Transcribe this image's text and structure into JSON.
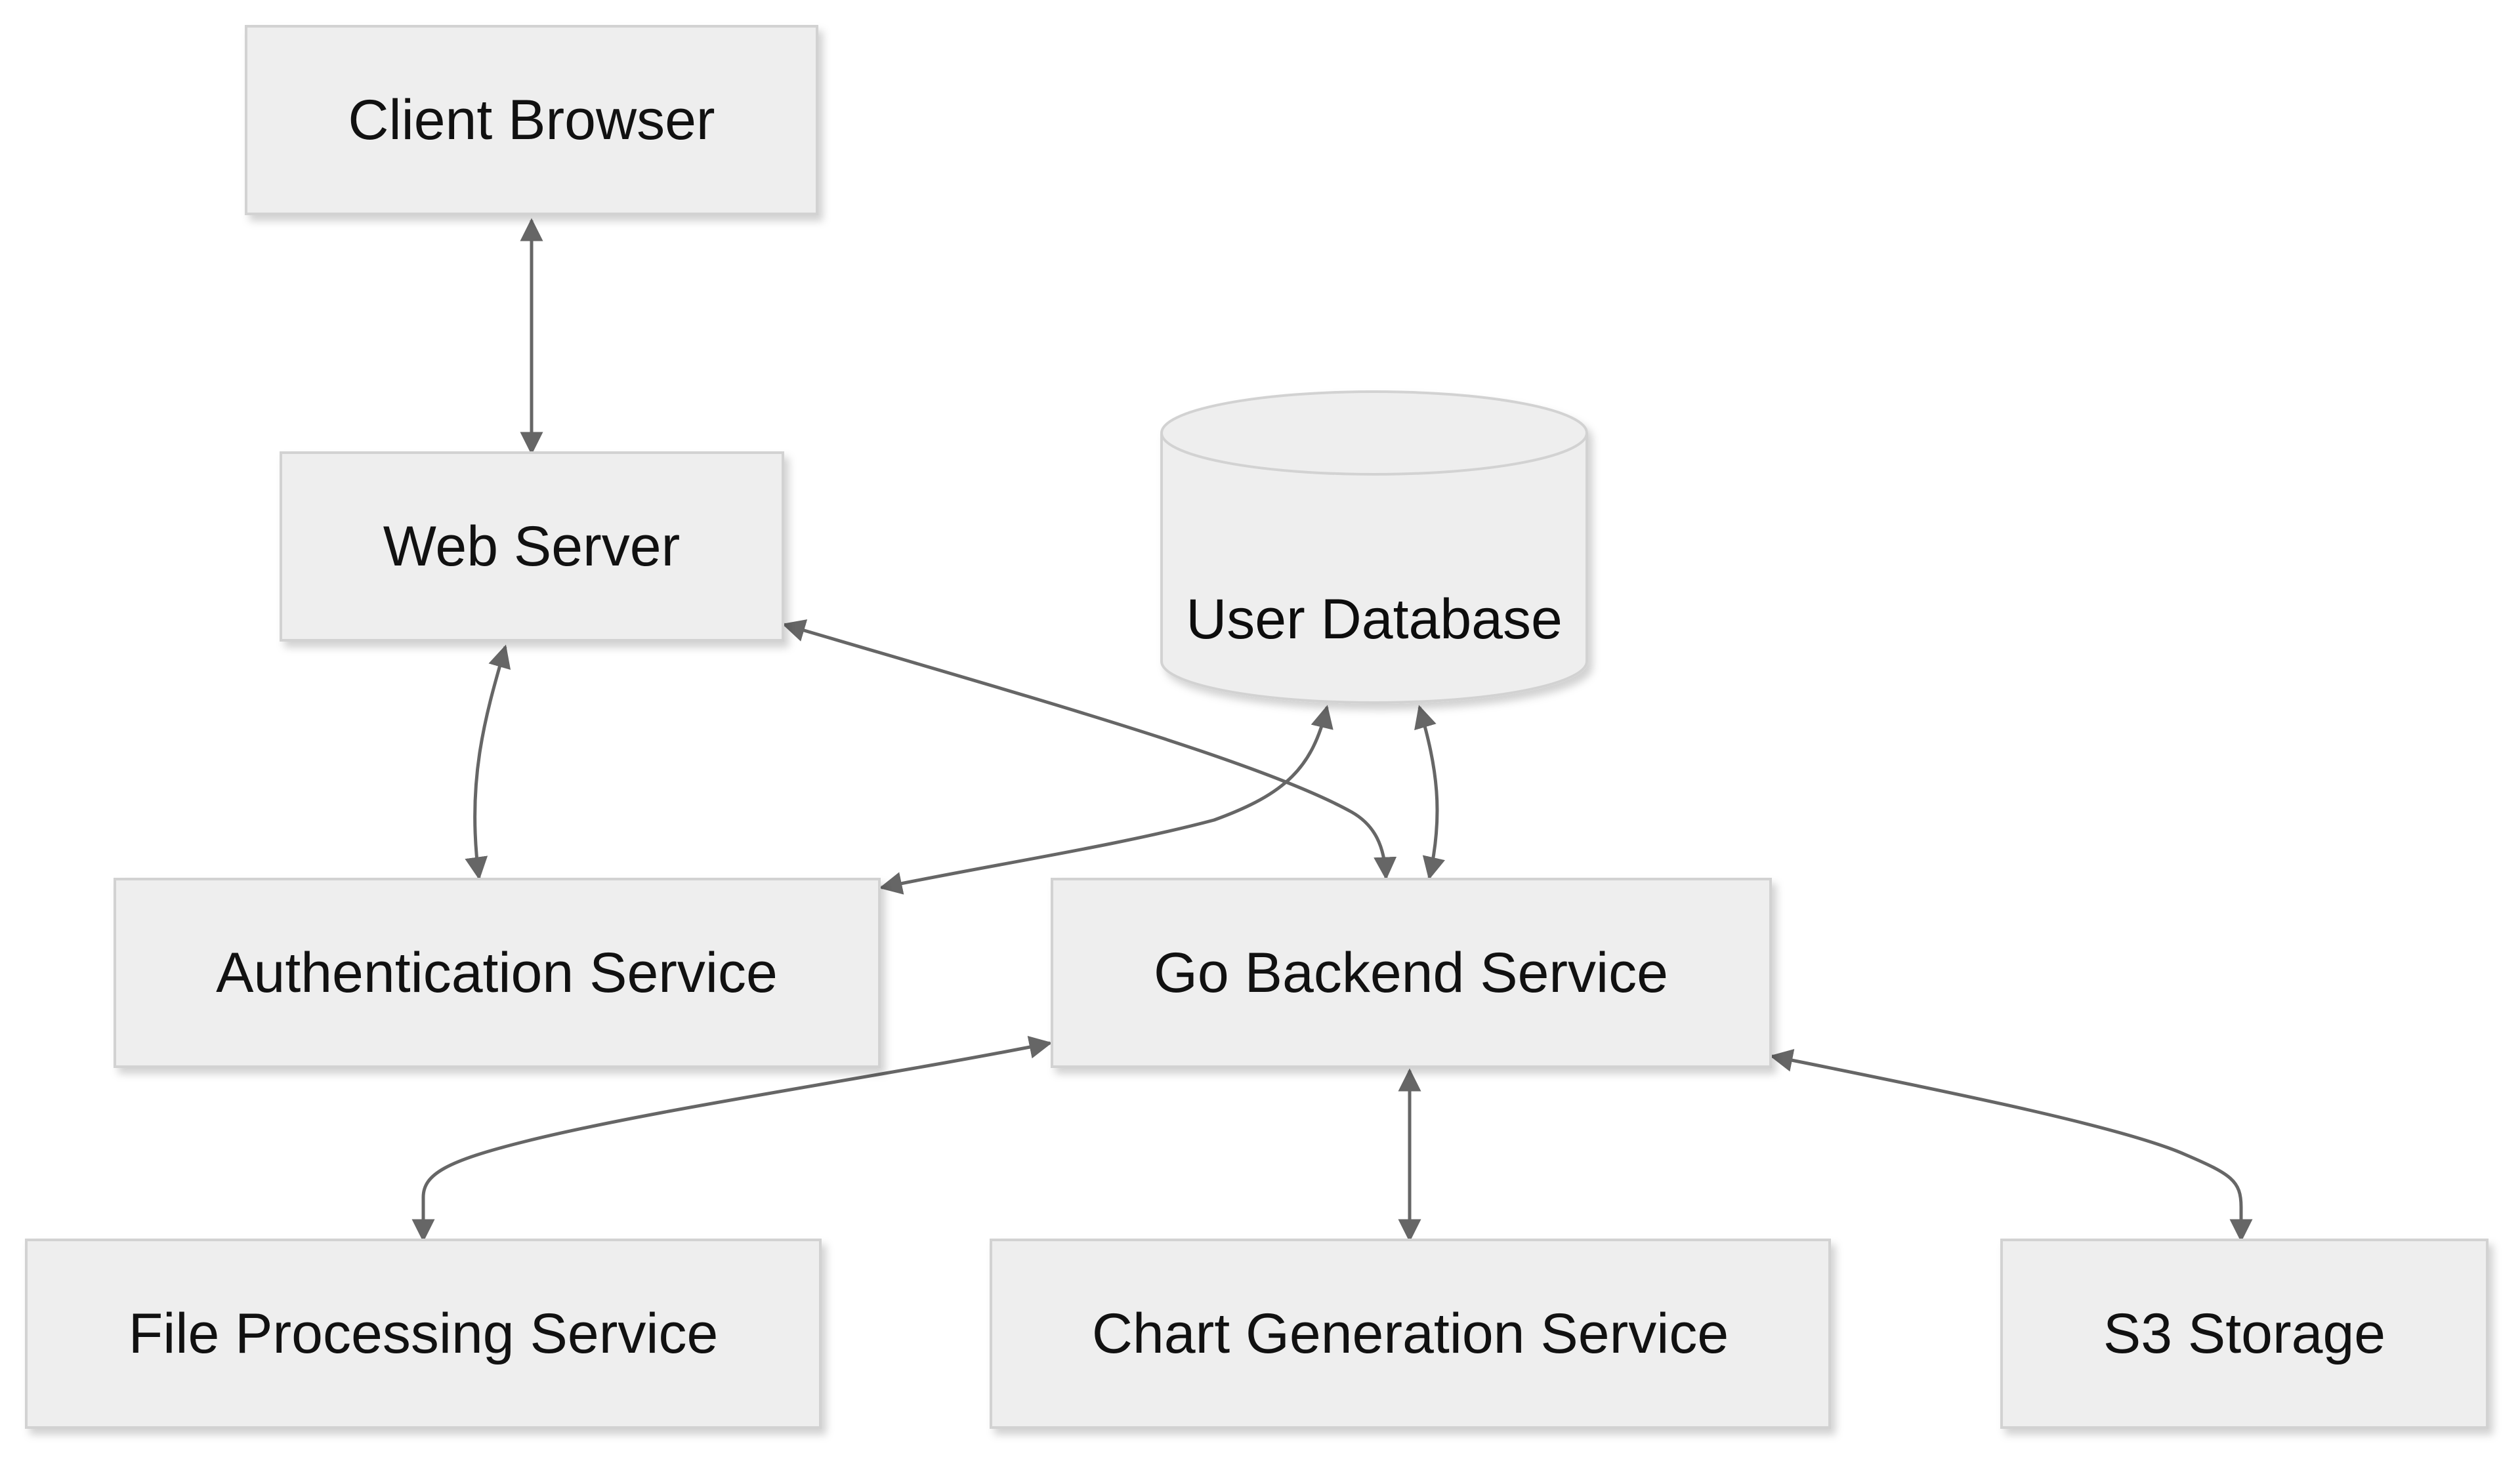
{
  "nodes": {
    "client_browser": "Client Browser",
    "web_server": "Web Server",
    "user_database": "User Database",
    "authentication_service": "Authentication Service",
    "go_backend_service": "Go Backend Service",
    "file_processing_service": "File Processing Service",
    "chart_generation_service": "Chart Generation Service",
    "s3_storage": "S3 Storage"
  },
  "edges": [
    {
      "from": "Client Browser",
      "to": "Web Server",
      "direction": "bidirectional"
    },
    {
      "from": "Web Server",
      "to": "Authentication Service",
      "direction": "bidirectional"
    },
    {
      "from": "Web Server",
      "to": "Go Backend Service",
      "direction": "bidirectional"
    },
    {
      "from": "User Database",
      "to": "Authentication Service",
      "direction": "bidirectional"
    },
    {
      "from": "User Database",
      "to": "Go Backend Service",
      "direction": "bidirectional"
    },
    {
      "from": "Go Backend Service",
      "to": "File Processing Service",
      "direction": "bidirectional"
    },
    {
      "from": "Go Backend Service",
      "to": "Chart Generation Service",
      "direction": "bidirectional"
    },
    {
      "from": "Go Backend Service",
      "to": "S3 Storage",
      "direction": "bidirectional"
    }
  ],
  "colors": {
    "node_fill": "#eeeeee",
    "node_stroke": "#d2d2d2",
    "edge": "#666666",
    "text": "#111111"
  }
}
